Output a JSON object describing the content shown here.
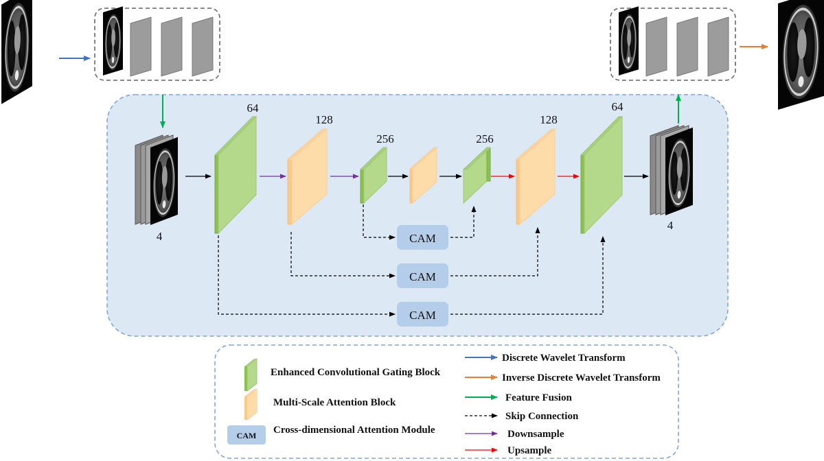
{
  "diagram": {
    "channels": {
      "input": "4",
      "enc1": "64",
      "enc2": "128",
      "enc3": "256",
      "dec3": "256",
      "dec2": "128",
      "dec1": "64",
      "output": "4"
    },
    "cam_label": "CAM",
    "legend": {
      "blocks": [
        {
          "label": "Enhanced Convolutional Gating Block",
          "icon": "green-block-icon"
        },
        {
          "label": "Multi-Scale Attention Block",
          "icon": "orange-block-icon"
        },
        {
          "label": "Cross-dimensional Attention Module",
          "icon": "cam-box-icon",
          "icon_text": "CAM"
        }
      ],
      "arrows": [
        {
          "label": "Discrete Wavelet Transform",
          "color": "#4472c4"
        },
        {
          "label": "Inverse Discrete Wavelet Transform",
          "color": "#ed7d31"
        },
        {
          "label": "Feature Fusion",
          "color": "#00b050"
        },
        {
          "label": "Skip Connection",
          "color": "#000000"
        },
        {
          "label": "Downsample",
          "color": "#7030a0"
        },
        {
          "label": "Upsample",
          "color": "#ff0000"
        }
      ]
    },
    "colors": {
      "green_front": "#b5d98a",
      "green_top": "#8cc152",
      "orange_front": "#fddcaa",
      "orange_top": "#fac98a",
      "panel_fill": "#dde8f5",
      "panel_border": "#7ea6d6",
      "cam_fill": "#b4cde8"
    }
  }
}
